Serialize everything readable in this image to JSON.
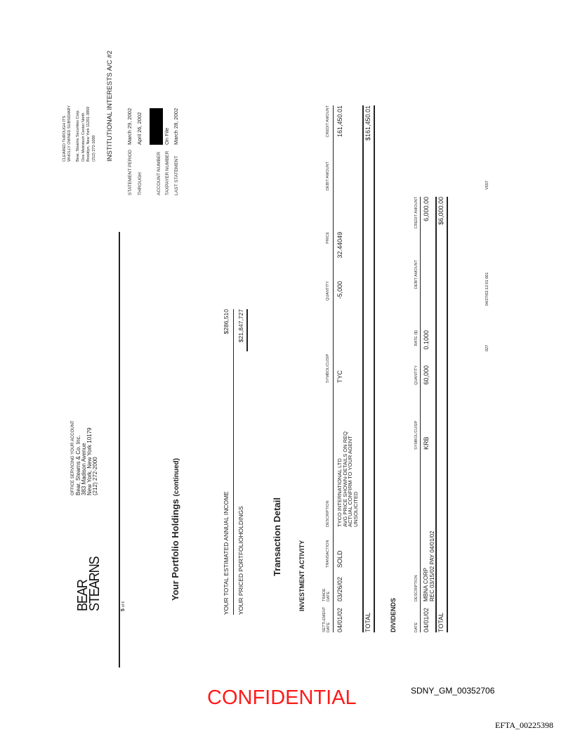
{
  "header": {
    "logo_line1": "BEAR",
    "logo_line2": "STEARNS",
    "page_num": "5",
    "page_of": "of 6",
    "office": [
      "OFFICE SERVICING YOUR ACCOUNT",
      "Bear, Stearns & Co. Inc.",
      "383 Madison Avenue",
      "New York, New York  10179",
      "(212) 272-2000"
    ],
    "cleared": [
      "CLEARED THROUGH ITS",
      "WHOLLY OWNED SUBSIDIARY"
    ],
    "clearing_firm": [
      "Bear, Stearns Securities Corp.",
      "One Metrotech Center North",
      "Brooklyn, New York 11201-3859",
      "(212) 272-1000"
    ],
    "account_name": "INSTITUTIONAL INTERESTS A/C #2",
    "statement": [
      {
        "label": "STATEMENT PERIOD",
        "value": "March 29, 2002"
      },
      {
        "label": "THROUGH",
        "value": "April 26, 2002"
      },
      {
        "label": "ACCOUNT NUMBER",
        "value": ""
      },
      {
        "label": "TAXPAYER NUMBER",
        "value": "On File"
      },
      {
        "label": "LAST STATEMENT",
        "value": "March 28, 2002"
      }
    ]
  },
  "portfolio": {
    "title": "Your Portfolio Holdings",
    "title_suffix": "(continued)",
    "income_label": "YOUR TOTAL ESTIMATED ANNUAL INCOME",
    "income_value": "$286,510",
    "priced_label": "YOUR PRICED PORTFOLIOHOLDINGS",
    "priced_value": "$21,847,727"
  },
  "transactions": {
    "title": "Transaction Detail",
    "investment": {
      "title": "INVESTMENT ACTIVITY",
      "headers": {
        "settlement": "SETTLEMENT",
        "settlement2": "DATE",
        "trade": "TRADE",
        "trade2": "DATE",
        "transaction": "TRANSACTION",
        "description": "DESCRIPTION",
        "symbol": "SYMBOL/CUSIP",
        "quantity": "QUANTITY",
        "price": "PRICE",
        "debit": "DEBIT AMOUNT",
        "credit": "CREDIT AMOUNT"
      },
      "rows": [
        {
          "settlement": "04/01/02",
          "trade": "03/26/02",
          "transaction": "SOLD",
          "description": [
            "TYCO INTERNATIONAL  LTD",
            "AVG PRICE SHOWN-DETAILS ON REQ",
            "ACTUAL CONFIRM TO YOUR AGENT",
            "UNSOLICITED"
          ],
          "symbol": "TYC",
          "quantity": "-5,000",
          "price": "32.44049",
          "debit": "",
          "credit": "161,450.01"
        }
      ],
      "total_label": "TOTAL",
      "total_credit": "$161,450.01"
    },
    "dividends": {
      "title": "DIVIDENDS",
      "headers": {
        "date": "DATE",
        "description": "DESCRIPTION",
        "symbol": "SYMBOL/CUSIP",
        "quantity": "QUANTITY",
        "rate": "RATE ($)",
        "debit": "DEBIT AMOUNT",
        "credit": "CREDIT AMOUNT"
      },
      "rows": [
        {
          "date": "04/01/02",
          "description": [
            "MBNA CORP",
            "REC 03/15/02  PAY 04/01/02"
          ],
          "symbol": "KRB",
          "quantity": "60,000",
          "rate": "0.1000",
          "debit": "",
          "credit": "6,000.00"
        }
      ],
      "total_label": "TOTAL",
      "total_credit": "$6,000.00"
    }
  },
  "footer": {
    "code1": "027",
    "code2": "04/27/02:12:01  001",
    "code3": "V557"
  },
  "stamps": {
    "confidential": "CONFIDENTIAL",
    "bates": "SDNY_GM_00352706",
    "efta": "EFTA_00225398"
  },
  "colors": {
    "confidential": "#ff1a1a"
  }
}
